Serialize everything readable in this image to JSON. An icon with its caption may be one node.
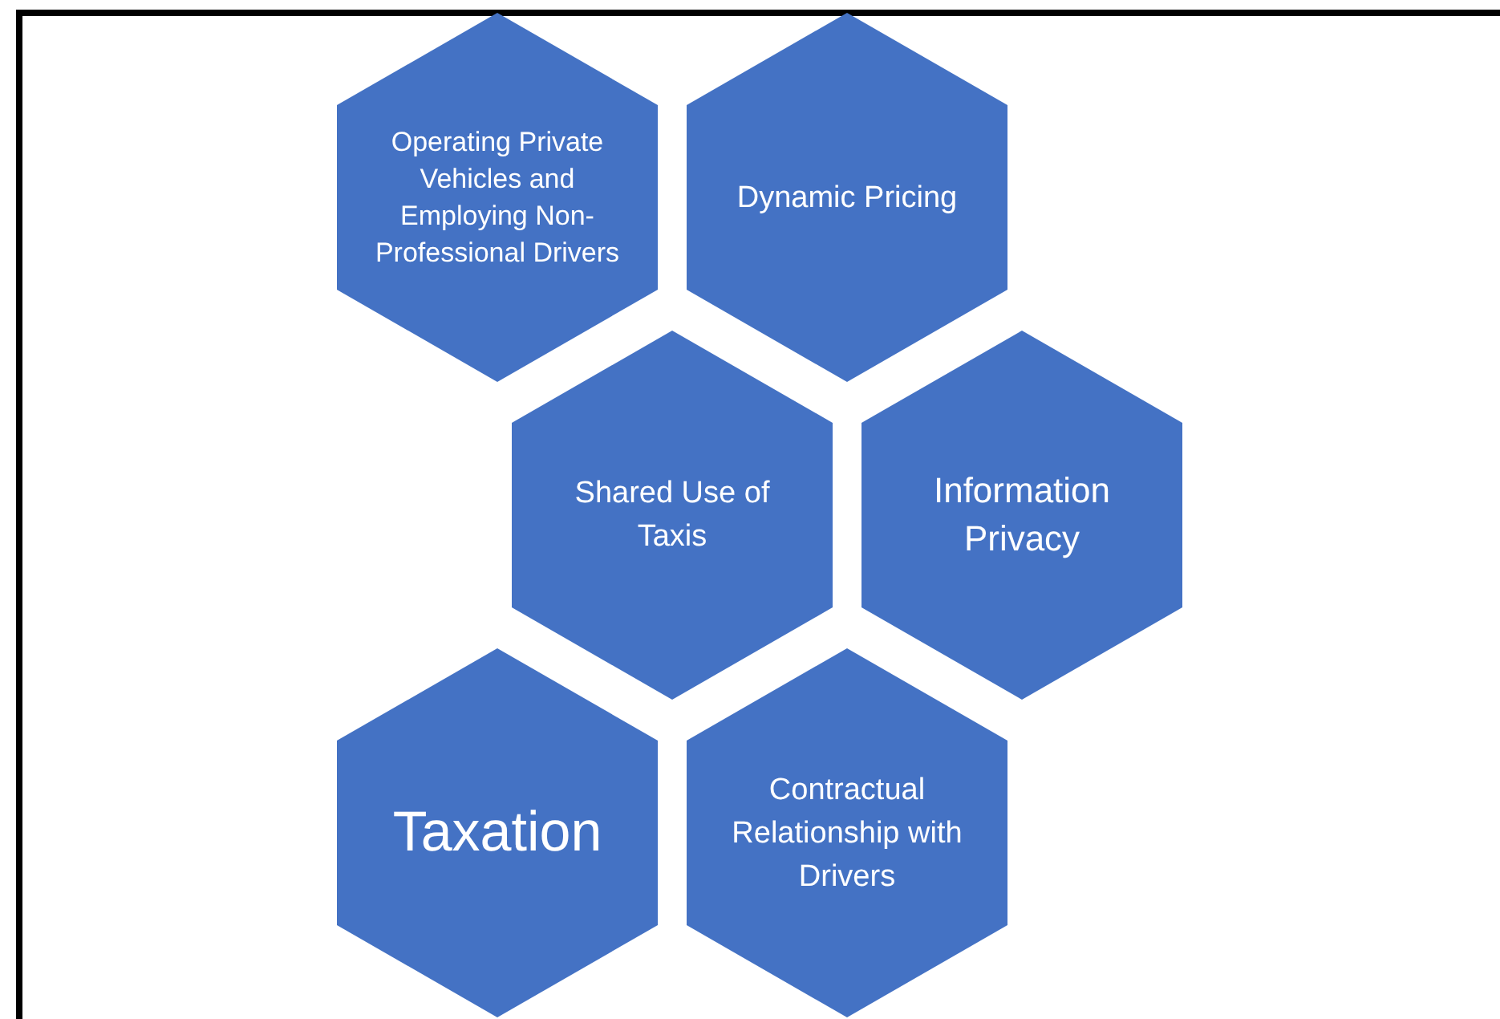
{
  "diagram": {
    "nodes": [
      {
        "text": [
          "Operating Private Vehicles and Employing Non-Professional Drivers"
        ]
      },
      {
        "text": [
          "Dynamic Pricing"
        ]
      },
      {
        "text": [
          "Shared Use of Taxis"
        ]
      },
      {
        "text": [
          "Information Privacy"
        ]
      },
      {
        "text": [
          "Taxation"
        ]
      },
      {
        "text": [
          "Contractual Relationship with Drivers"
        ]
      }
    ]
  }
}
